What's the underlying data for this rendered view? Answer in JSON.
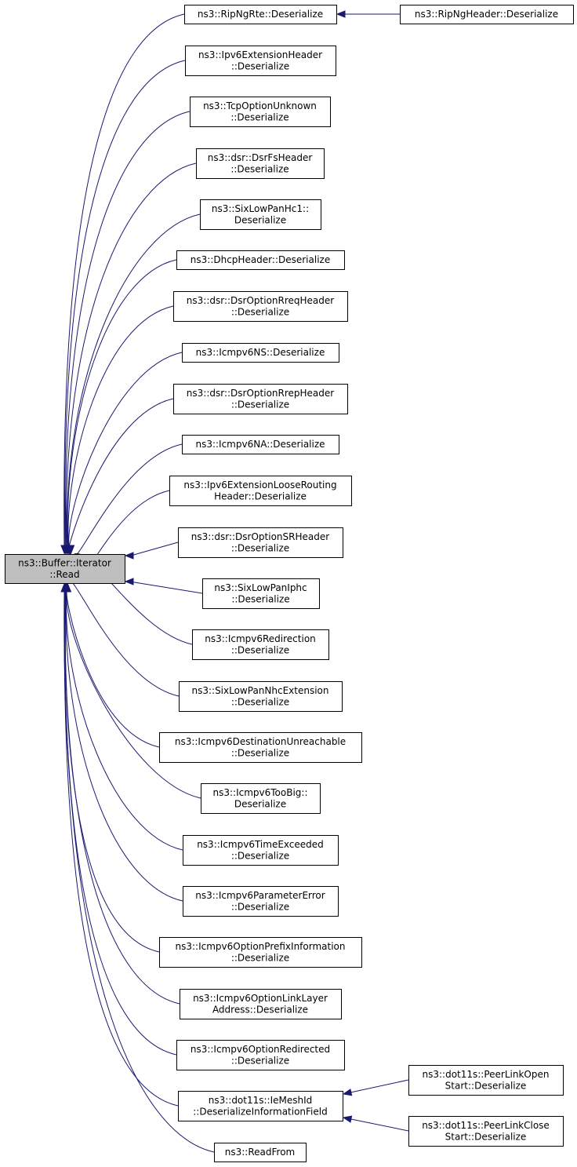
{
  "graph": {
    "root": {
      "id": "read",
      "lines": [
        "ns3::Buffer::Iterator",
        "::Read"
      ],
      "fill": "#bfbfbf"
    },
    "nodes": [
      {
        "id": "ripngrte",
        "lines": [
          "ns3::RipNgRte::Deserialize"
        ]
      },
      {
        "id": "ipv6ext",
        "lines": [
          "ns3::Ipv6ExtensionHeader",
          "::Deserialize"
        ]
      },
      {
        "id": "tcpopt",
        "lines": [
          "ns3::TcpOptionUnknown",
          "::Deserialize"
        ]
      },
      {
        "id": "dsrfs",
        "lines": [
          "ns3::dsr::DsrFsHeader",
          "::Deserialize"
        ]
      },
      {
        "id": "sixhc1",
        "lines": [
          "ns3::SixLowPanHc1::",
          "Deserialize"
        ]
      },
      {
        "id": "dhcp",
        "lines": [
          "ns3::DhcpHeader::Deserialize"
        ]
      },
      {
        "id": "dsrrreq",
        "lines": [
          "ns3::dsr::DsrOptionRreqHeader",
          "::Deserialize"
        ]
      },
      {
        "id": "icmpns",
        "lines": [
          "ns3::Icmpv6NS::Deserialize"
        ]
      },
      {
        "id": "dsrrrep",
        "lines": [
          "ns3::dsr::DsrOptionRrepHeader",
          "::Deserialize"
        ]
      },
      {
        "id": "icmpna",
        "lines": [
          "ns3::Icmpv6NA::Deserialize"
        ]
      },
      {
        "id": "ipv6loose",
        "lines": [
          "ns3::Ipv6ExtensionLooseRouting",
          "Header::Deserialize"
        ]
      },
      {
        "id": "dsrsr",
        "lines": [
          "ns3::dsr::DsrOptionSRHeader",
          "::Deserialize"
        ]
      },
      {
        "id": "sixiphc",
        "lines": [
          "ns3::SixLowPanIphc",
          "::Deserialize"
        ]
      },
      {
        "id": "icmpredir",
        "lines": [
          "ns3::Icmpv6Redirection",
          "::Deserialize"
        ]
      },
      {
        "id": "sixnhc",
        "lines": [
          "ns3::SixLowPanNhcExtension",
          "::Deserialize"
        ]
      },
      {
        "id": "icmpdest",
        "lines": [
          "ns3::Icmpv6DestinationUnreachable",
          "::Deserialize"
        ]
      },
      {
        "id": "icmptoobig",
        "lines": [
          "ns3::Icmpv6TooBig::",
          "Deserialize"
        ]
      },
      {
        "id": "icmptime",
        "lines": [
          "ns3::Icmpv6TimeExceeded",
          "::Deserialize"
        ]
      },
      {
        "id": "icmpparam",
        "lines": [
          "ns3::Icmpv6ParameterError",
          "::Deserialize"
        ]
      },
      {
        "id": "icmpprefix",
        "lines": [
          "ns3::Icmpv6OptionPrefixInformation",
          "::Deserialize"
        ]
      },
      {
        "id": "icmplinklayer",
        "lines": [
          "ns3::Icmpv6OptionLinkLayer",
          "Address::Deserialize"
        ]
      },
      {
        "id": "icmpredirected",
        "lines": [
          "ns3::Icmpv6OptionRedirected",
          "::Deserialize"
        ]
      },
      {
        "id": "meshid",
        "lines": [
          "ns3::dot11s::IeMeshId",
          "::DeserializeInformationField"
        ]
      },
      {
        "id": "readfrom",
        "lines": [
          "ns3::ReadFrom"
        ]
      },
      {
        "id": "ripngheader",
        "lines": [
          "ns3::RipNgHeader::Deserialize"
        ]
      },
      {
        "id": "peeropen",
        "lines": [
          "ns3::dot11s::PeerLinkOpen",
          "Start::Deserialize"
        ]
      },
      {
        "id": "peerclose",
        "lines": [
          "ns3::dot11s::PeerLinkClose",
          "Start::Deserialize"
        ]
      }
    ],
    "edges": [
      {
        "from": "ripngrte",
        "to": "read"
      },
      {
        "from": "ipv6ext",
        "to": "read"
      },
      {
        "from": "tcpopt",
        "to": "read"
      },
      {
        "from": "dsrfs",
        "to": "read"
      },
      {
        "from": "sixhc1",
        "to": "read"
      },
      {
        "from": "dhcp",
        "to": "read"
      },
      {
        "from": "dsrrreq",
        "to": "read"
      },
      {
        "from": "icmpns",
        "to": "read"
      },
      {
        "from": "dsrrrep",
        "to": "read"
      },
      {
        "from": "icmpna",
        "to": "read"
      },
      {
        "from": "ipv6loose",
        "to": "read"
      },
      {
        "from": "dsrsr",
        "to": "read"
      },
      {
        "from": "sixiphc",
        "to": "read"
      },
      {
        "from": "icmpredir",
        "to": "read"
      },
      {
        "from": "sixnhc",
        "to": "read"
      },
      {
        "from": "icmpdest",
        "to": "read"
      },
      {
        "from": "icmptoobig",
        "to": "read"
      },
      {
        "from": "icmptime",
        "to": "read"
      },
      {
        "from": "icmpparam",
        "to": "read"
      },
      {
        "from": "icmpprefix",
        "to": "read"
      },
      {
        "from": "icmplinklayer",
        "to": "read"
      },
      {
        "from": "icmpredirected",
        "to": "read"
      },
      {
        "from": "meshid",
        "to": "read"
      },
      {
        "from": "readfrom",
        "to": "read"
      },
      {
        "from": "ripngheader",
        "to": "ripngrte"
      },
      {
        "from": "peeropen",
        "to": "meshid"
      },
      {
        "from": "peerclose",
        "to": "meshid"
      }
    ],
    "colors": {
      "edge": "#191970",
      "node_border": "#000000",
      "node_fill": "#ffffff",
      "root_fill": "#bfbfbf"
    }
  }
}
